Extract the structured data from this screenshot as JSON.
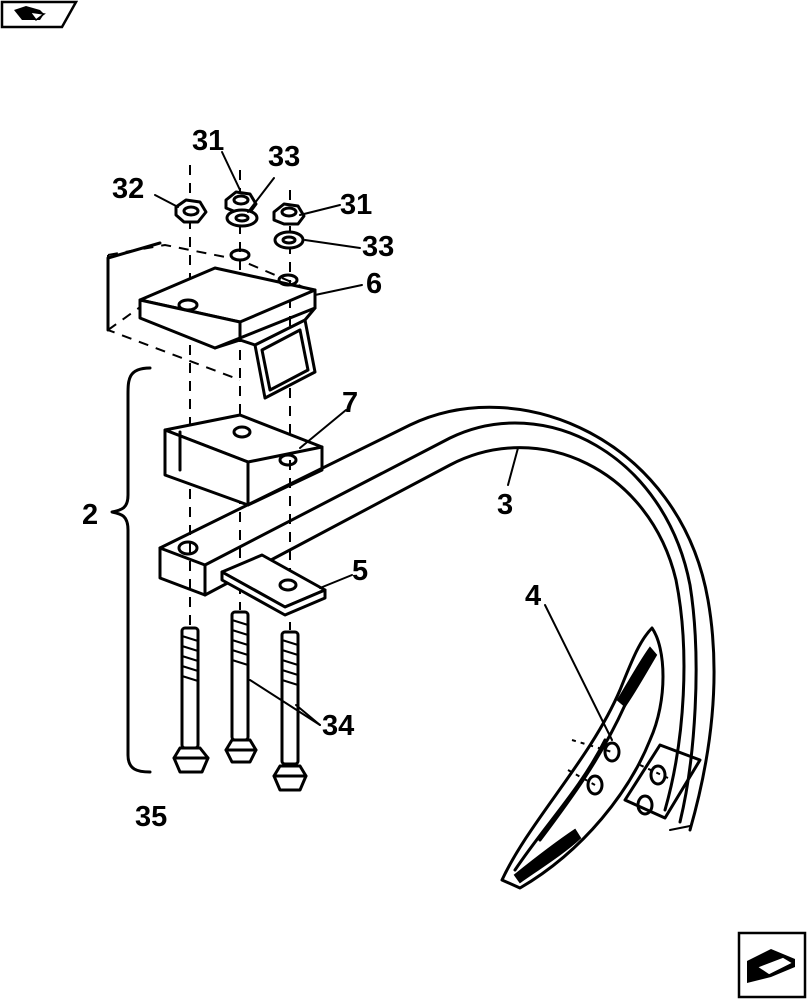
{
  "nav": {
    "prev_icon": "page-back-arrow-icon",
    "next_icon": "page-forward-arrow-icon"
  },
  "callouts": {
    "c2": "2",
    "c3": "3",
    "c4": "4",
    "c5": "5",
    "c6": "6",
    "c7": "7",
    "c31a": "31",
    "c31b": "31",
    "c32": "32",
    "c33a": "33",
    "c33b": "33",
    "c34": "34",
    "c35": "35"
  }
}
